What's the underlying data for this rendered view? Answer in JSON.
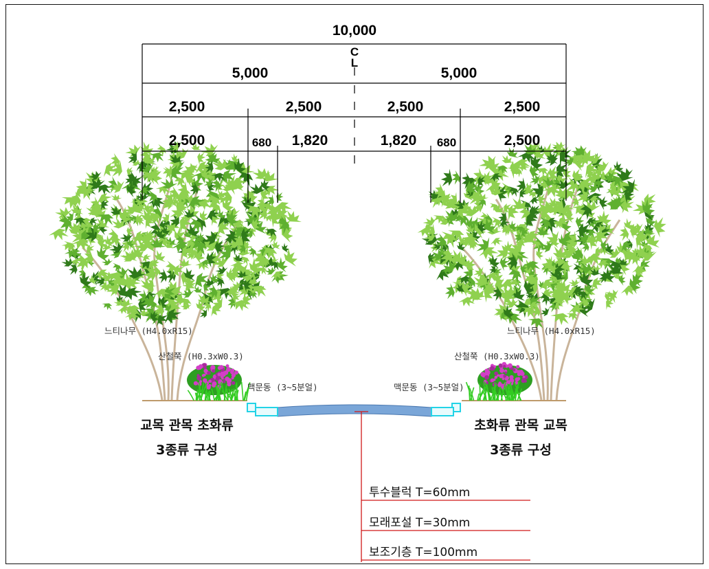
{
  "dimensions": {
    "total": "10,000",
    "cl_top": "C",
    "cl_bottom": "L",
    "half_left": "5,000",
    "half_right": "5,000",
    "row3": [
      "2,500",
      "2,500",
      "2,500",
      "2,500"
    ],
    "row4": [
      "2,500",
      "680",
      "1,820",
      "1,820",
      "680",
      "2,500"
    ]
  },
  "plants": {
    "tree_left": "느티나무 (H4.0xR15)",
    "tree_right": "느티나무 (H4.0xR15)",
    "shrub_left": "산철쭉 (H0.3xW0.3)",
    "shrub_right": "산철쭉 (H0.3xW0.3)",
    "ground_left": "맥문동 (3~5분얼)",
    "ground_right": "맥문동 (3~5분얼)"
  },
  "composition": {
    "left_line1": "교목 관목 초화류",
    "left_line2": "3종류 구성",
    "right_line1": "초화류 관목 교목",
    "right_line2": "3종류 구성"
  },
  "layers": [
    "투수블럭 T=60mm",
    "모래포설 T=30mm",
    "보조기층 T=100mm"
  ],
  "colors": {
    "foliage_light": "#8fd14f",
    "foliage_dark": "#2f7a1a",
    "trunk": "#c9b49a",
    "azalea": "#d33fc7",
    "grass": "#33cc22",
    "ground": "#a9793a",
    "paving": "#7aa6d8",
    "curb": "#22d3e6",
    "layer_line": "#d01818"
  }
}
